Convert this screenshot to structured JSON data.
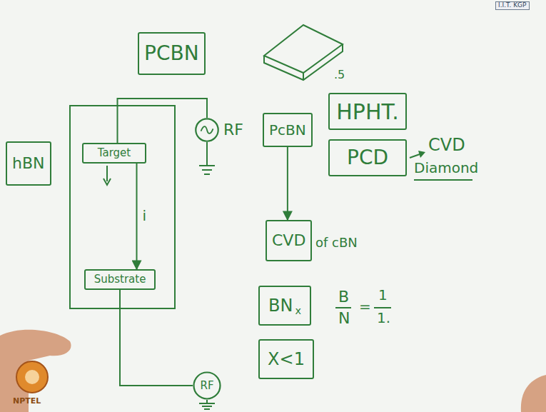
{
  "diagram": {
    "nodes": [
      {
        "text": [
          "PCBN"
        ]
      },
      {
        "text": [
          "hBN"
        ]
      },
      {
        "text": [
          "Target"
        ]
      },
      {
        "text": [
          "RF"
        ]
      },
      {
        "text": [
          "PcBN"
        ]
      },
      {
        "text": [
          "HPHT."
        ]
      },
      {
        "text": [
          "PCD"
        ]
      },
      {
        "text": [
          "CVD"
        ]
      },
      {
        "text": [
          "Substrate"
        ]
      },
      {
        "text": [
          "BN",
          "x"
        ]
      },
      {
        "text": [
          "RF"
        ]
      },
      {
        "text": [
          "X<1"
        ]
      }
    ],
    "edges": [
      {
        "from": 2,
        "to": 8,
        "arrow": "to",
        "label": "i"
      },
      {
        "from": 2,
        "to": 3,
        "arrow": "none"
      },
      {
        "from": 8,
        "to": 10,
        "arrow": "none"
      },
      {
        "from": 4,
        "to": 7,
        "arrow": "to"
      }
    ],
    "labels": [
      ".5",
      "CVD",
      "Diamond",
      "of cBN",
      "B",
      "N",
      "=",
      "1",
      "1.",
      "I.I.T. KGP",
      "NPTEL"
    ]
  }
}
